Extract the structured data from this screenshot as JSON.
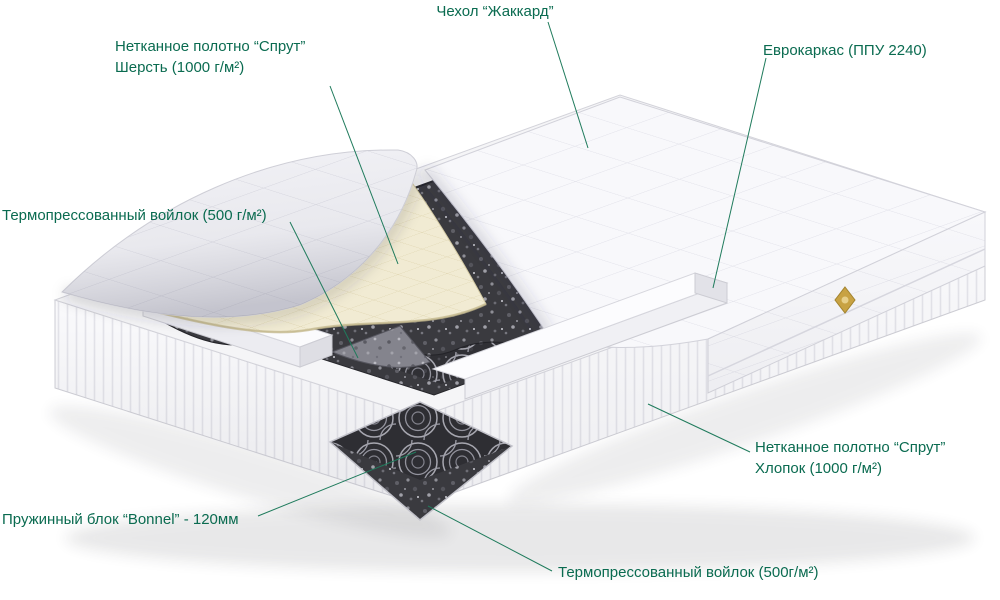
{
  "colors": {
    "accent": "#0a6b50",
    "line": "#1f7b5c"
  },
  "callouts": [
    {
      "id": "cover",
      "lines": [
        "Чехол “Жаккард”"
      ]
    },
    {
      "id": "sprut_wool",
      "lines": [
        "Нетканное полотно “Спрут”",
        "Шерсть (1000 г/м²)"
      ]
    },
    {
      "id": "eurocarcass",
      "lines": [
        "Еврокаркас (ППУ 2240)"
      ]
    },
    {
      "id": "felt_top",
      "lines": [
        "Термопрессованный войлок (500 г/м²)"
      ]
    },
    {
      "id": "sprut_cotton",
      "lines": [
        "Нетканное полотно “Спрут”",
        "Хлопок (1000 г/м²)"
      ]
    },
    {
      "id": "springs",
      "lines": [
        "Пружинный блок “Bonnel” - 120мм"
      ]
    },
    {
      "id": "felt_bottom",
      "lines": [
        "Термопрессованный войлок (500г/м²)"
      ]
    }
  ]
}
